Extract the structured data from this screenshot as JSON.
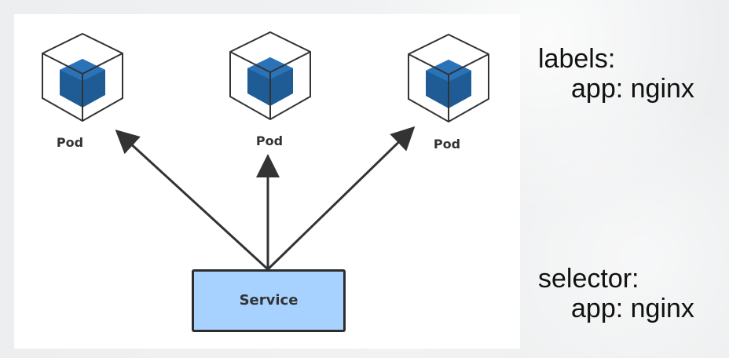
{
  "diagram": {
    "pods": [
      {
        "label": "Pod"
      },
      {
        "label": "Pod"
      },
      {
        "label": "Pod"
      }
    ],
    "service": {
      "label": "Service"
    }
  },
  "sidebar": {
    "labels": {
      "title": "labels:",
      "value": "app: nginx"
    },
    "selector": {
      "title": "selector:",
      "value": "app: nginx"
    }
  },
  "colors": {
    "service_fill": "#a7d1ff",
    "pod_outline": "#333333",
    "pod_fill": "#1f5c95"
  }
}
